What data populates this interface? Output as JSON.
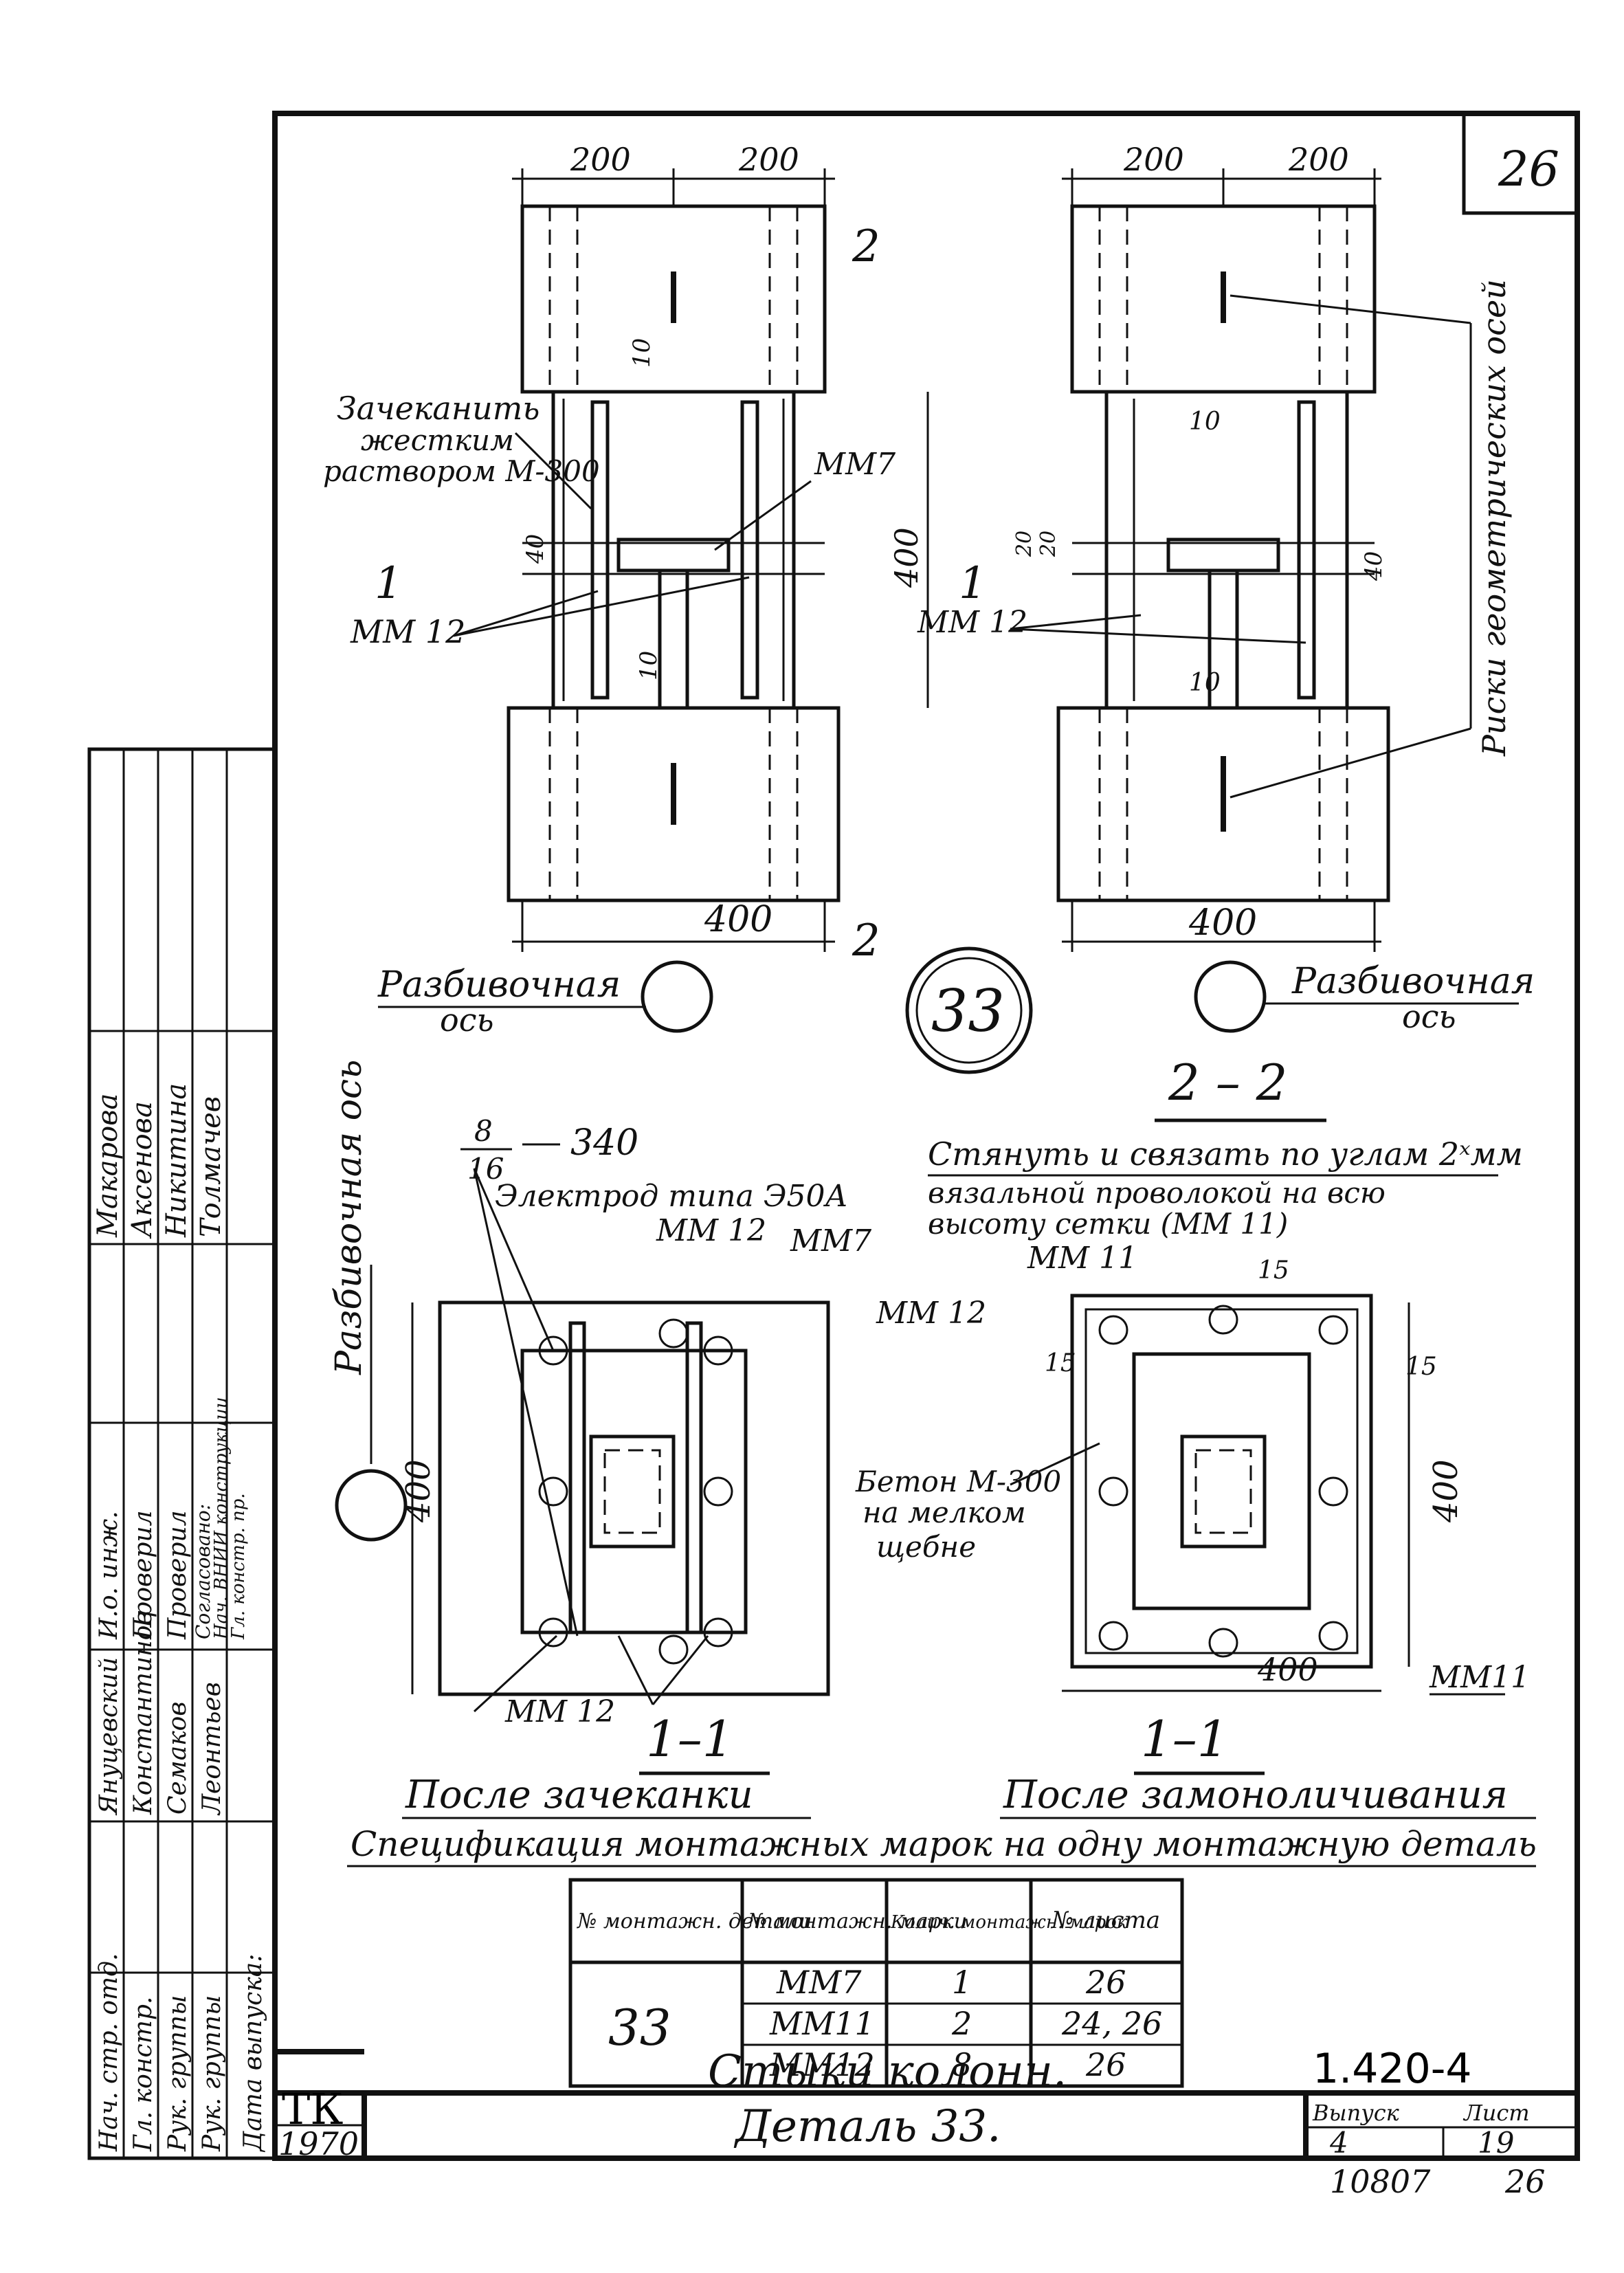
{
  "sheet_number_corner": "26",
  "badge_number": "33",
  "dims": {
    "d200": "200",
    "d400": "400",
    "d10": "10",
    "d40": "40",
    "d20": "20",
    "d20b": "20",
    "d15": "15",
    "d8": "8",
    "d16": "16",
    "d340": "340"
  },
  "section_marks": {
    "s2": "2",
    "s1": "1",
    "s22": "2 – 2",
    "s11": "1–1"
  },
  "labels": {
    "caulk": [
      "Зачеканить",
      "жестким",
      "раствором М-300"
    ],
    "mm7": "ММ7",
    "mm12": "ММ 12",
    "mm11": "ММ 11",
    "mm11b": "ММ11",
    "razb_line1": "Разбивочная",
    "razb_line2": "ось",
    "razb_vertical": "Разбивочная ось",
    "geom_axes": "Риски геометрических осей",
    "electrode": "Электрод типа Э50А",
    "tie_line1": "Стянуть и связать по углам 2ˣмм",
    "tie_line2": "вязальной проволокой на всю",
    "tie_line3": "высоту сетки (ММ 11)",
    "concrete": [
      "Бетон М-300",
      "на мелком",
      "щебне"
    ],
    "after_caulk": "После зачеканки",
    "after_mono": "После замоноличивания"
  },
  "spec": {
    "title": "Спецификация монтажных марок на одну монтажную деталь",
    "headers": [
      "№ монтажн. детали",
      "№ монтажн. марки",
      "Колич. монтажн. марок",
      "№ листа"
    ],
    "detail": "33",
    "rows": [
      {
        "mark": "ММ7",
        "qty": "1",
        "sheet": "26"
      },
      {
        "mark": "ММ11",
        "qty": "2",
        "sheet": "24, 26"
      },
      {
        "mark": "ММ12",
        "qty": "8",
        "sheet": "26"
      }
    ]
  },
  "stamp": {
    "org": "ТК",
    "year": "1970",
    "title1": "Стыки колонн.",
    "title2": "Деталь 33.",
    "code": "1.420-4",
    "issue_label": "Выпуск",
    "issue": "4",
    "sheet_label": "Лист",
    "sheet": "19",
    "bottom_left": "10807",
    "bottom_right": "26"
  },
  "signatures": {
    "roles": [
      "Нач. стр. отд.",
      "Гл. констр.",
      "Рук. группы",
      "Рук. группы",
      "Дата выпуска:"
    ],
    "names": [
      "Януцевский",
      "Константинов",
      "Семаков",
      "Леонтьев"
    ],
    "roles2": [
      "И.о. инж.",
      "Проверил",
      "Проверил"
    ],
    "names2": [
      "Макарова",
      "Аксенова",
      "Никитина",
      "Толмачев"
    ],
    "agreed": [
      "Согласовано:",
      "Нач. ВНИИ конструкции",
      "Гл. констр. пр."
    ]
  }
}
